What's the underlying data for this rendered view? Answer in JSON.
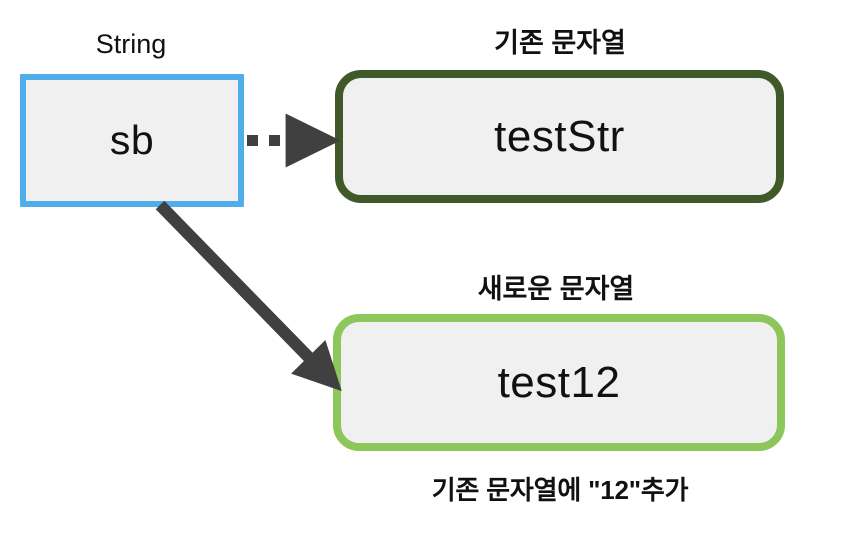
{
  "diagram": {
    "title_label": "String",
    "background_color": "#ffffff",
    "nodes": [
      {
        "id": "variable",
        "caption": "String",
        "value": "sb",
        "border_color": "#4FAEEA",
        "fill_color": "#F0F0F0",
        "shape": "rectangle"
      },
      {
        "id": "old_string",
        "caption": "기존 문자열",
        "value": "testStr",
        "border_color": "#3F5A28",
        "fill_color": "#F0F0F0",
        "shape": "rounded-rectangle"
      },
      {
        "id": "new_string",
        "caption": "새로운 문자열",
        "value": "test12",
        "border_color": "#8DC75B",
        "fill_color": "#F0F0F0",
        "shape": "rounded-rectangle",
        "note": "기존 문자열에 \"12\"추가"
      }
    ],
    "connectors": [
      {
        "id": "dashed-reference",
        "from": "variable",
        "to": "old_string",
        "style": "dashed",
        "color": "#404040"
      },
      {
        "id": "solid-reference",
        "from": "variable",
        "to": "new_string",
        "style": "solid",
        "color": "#404040"
      }
    ]
  }
}
